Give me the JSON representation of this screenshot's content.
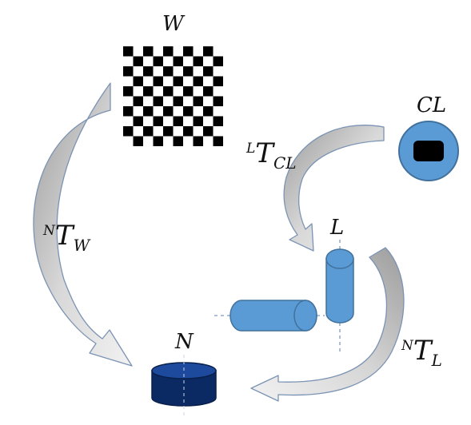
{
  "labels": {
    "world": "W",
    "camera": "CL",
    "lidar": "L",
    "nav": "N"
  },
  "transforms": {
    "l_t_cl": {
      "superscript": "L",
      "symbol": "T",
      "subscript": "CL"
    },
    "n_t_w": {
      "superscript": "N",
      "symbol": "T",
      "subscript": "W"
    },
    "n_t_l": {
      "superscript": "N",
      "symbol": "T",
      "subscript": "L"
    }
  },
  "colors": {
    "arrow_fill": "#e6e6e6",
    "arrow_stroke": "#7b93b4",
    "sensor_blue": "#5b9bd5",
    "sensor_stroke": "#41719c",
    "nav_fill": "#0b2a63",
    "checker_dark": "#000000"
  }
}
